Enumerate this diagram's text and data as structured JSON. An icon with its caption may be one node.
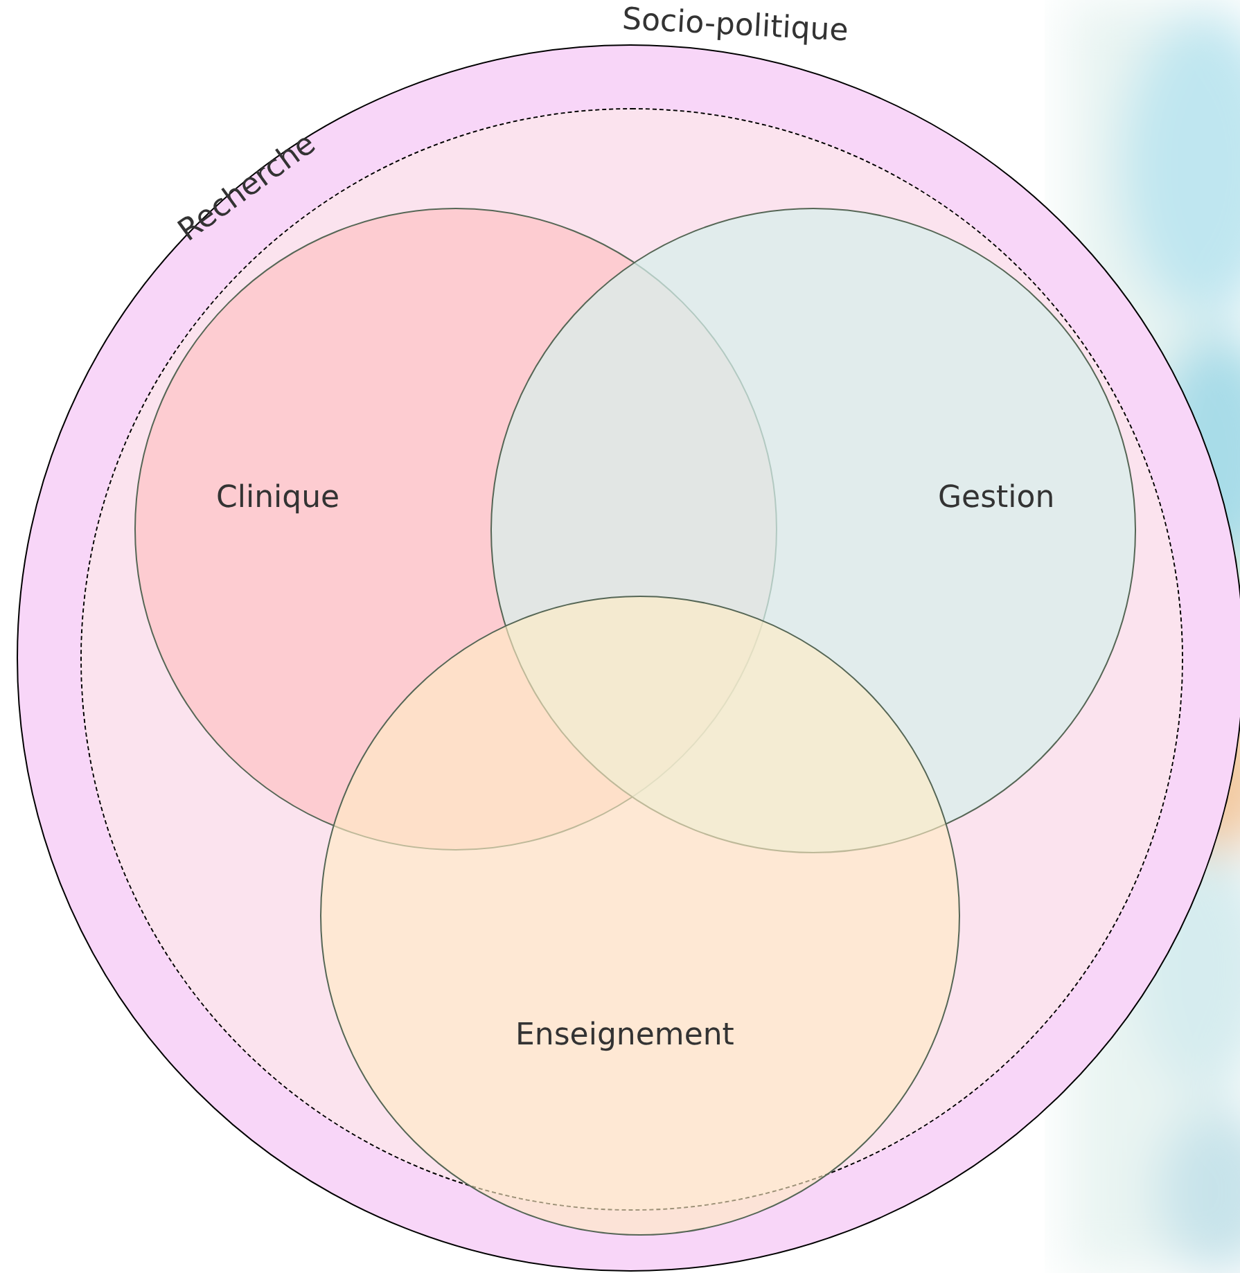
{
  "diagram": {
    "nodes": [
      {
        "text": [
          "Socio-politique"
        ]
      },
      {
        "text": [
          "Recherche"
        ],
        "in": 0
      },
      {
        "text": [
          "Clinique"
        ],
        "in": 1
      },
      {
        "text": [
          "Gestion"
        ],
        "in": 1
      },
      {
        "text": [
          "Enseignement"
        ],
        "in": 1
      }
    ],
    "edges": []
  }
}
